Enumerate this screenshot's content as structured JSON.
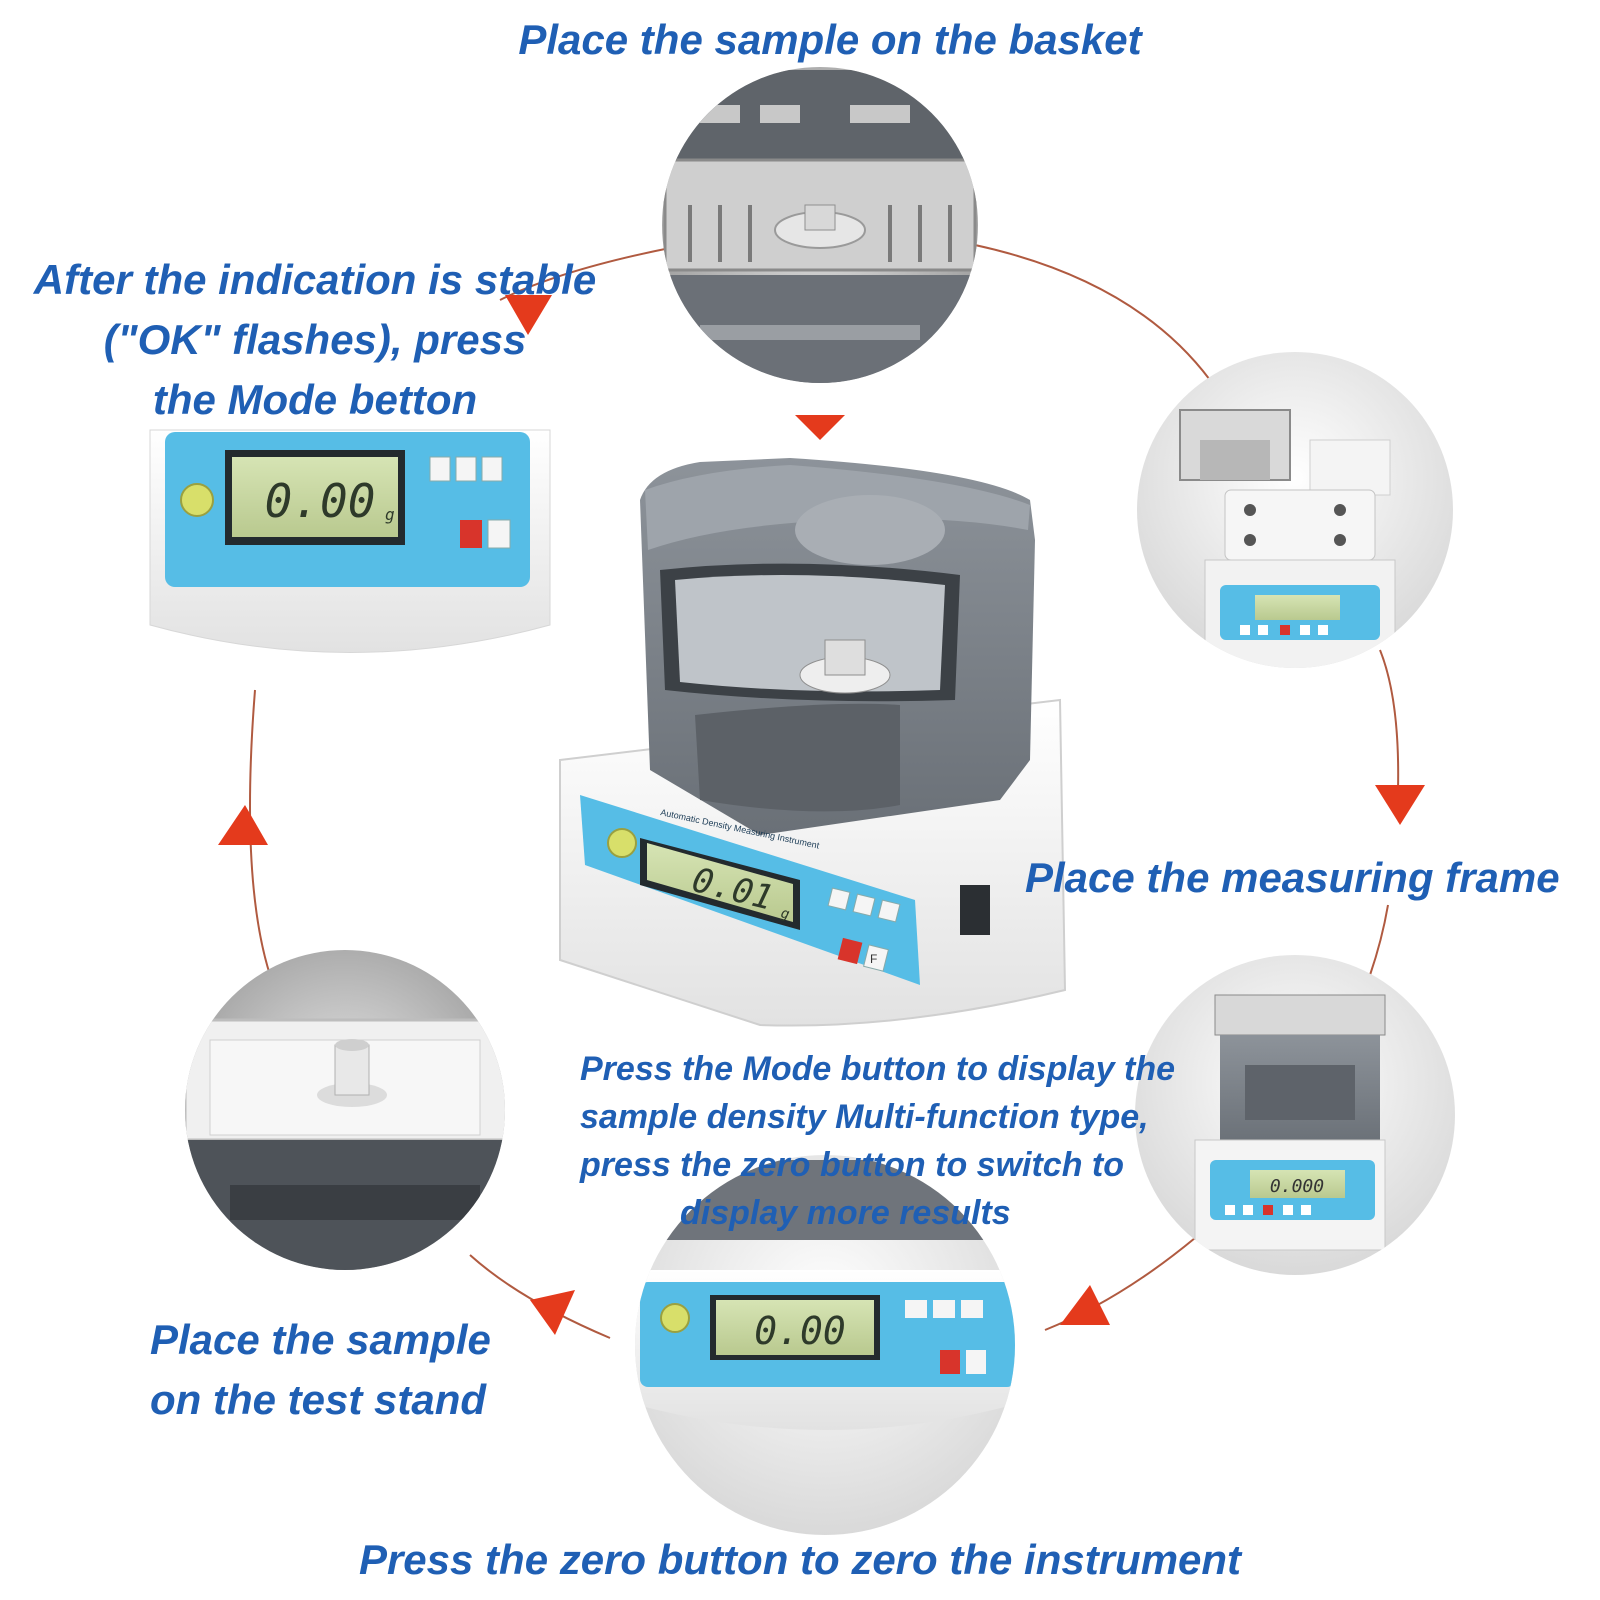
{
  "steps": [
    {
      "id": "step-basket",
      "text": "Place the sample on the basket"
    },
    {
      "id": "step-measuring-frame",
      "text": "Place the measuring frame"
    },
    {
      "id": "step-mode-display",
      "lines": [
        "Press the Mode button to display the",
        "sample density Multi-function type,",
        "press the zero button to switch to",
        "display more results"
      ]
    },
    {
      "id": "step-zero",
      "text": "Press the zero button to zero the instrument"
    },
    {
      "id": "step-test-stand",
      "lines": [
        "Place the sample",
        "on the test stand"
      ]
    },
    {
      "id": "step-mode-stable",
      "lines": [
        "After the indication is stable",
        "(\"OK\" flashes), press",
        "the Mode betton"
      ]
    }
  ],
  "center_device": {
    "display_value": "0.01",
    "display_unit": "g",
    "panel_label": "Automatic Density Measuring Instrument",
    "button_f_label": "F"
  },
  "side_devices": {
    "top_left_display": "0.00",
    "top_left_unit": "g",
    "bottom_display": "0.00",
    "right_small_display": "0.000"
  },
  "colors": {
    "caption_text": "#1f5fb4",
    "arrow_red": "#e43a1c",
    "cycle_line": "#b05a40",
    "panel_blue": "#56bde6",
    "lcd_green": "#c9d9a2",
    "device_gray": "#7e848c",
    "device_white": "#f3f3f3"
  },
  "icons": [
    "triangle-arrow-icon",
    "power-indicator-icon",
    "mode-button-icon",
    "zero-button-icon",
    "f-button-icon"
  ]
}
